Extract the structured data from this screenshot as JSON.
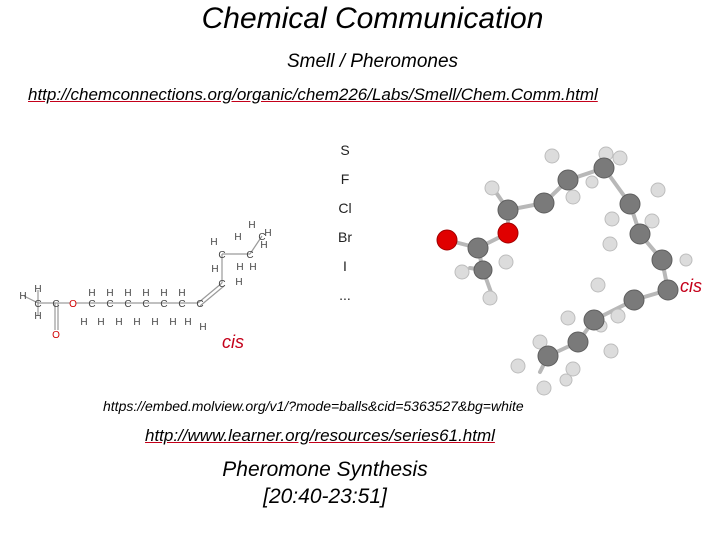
{
  "slide": {
    "title": "Chemical Communication",
    "subtitle": "Smell / Pheromones",
    "link_top": "http://chemconnections.org/organic/chem226/Labs/Smell/Chem.Comm.html",
    "element_list": [
      "S",
      "F",
      "Cl",
      "Br",
      "I",
      "..."
    ],
    "cis_label_left": "cis",
    "cis_label_right": "cis",
    "embed_url": "https://embed.molview.org/v1/?mode=balls&cid=5363527&bg=white",
    "link_bottom": "http://www.learner.org/resources/series61.html",
    "synthesis_line1": "Pheromone Synthesis",
    "synthesis_line2": "[20:40-23:51]"
  },
  "colors": {
    "link_underline": "#c4001a",
    "cis_text": "#c4001a",
    "carbon": "#7a7a7a",
    "hydrogen": "#e2e2e2",
    "oxygen": "#e00000"
  }
}
